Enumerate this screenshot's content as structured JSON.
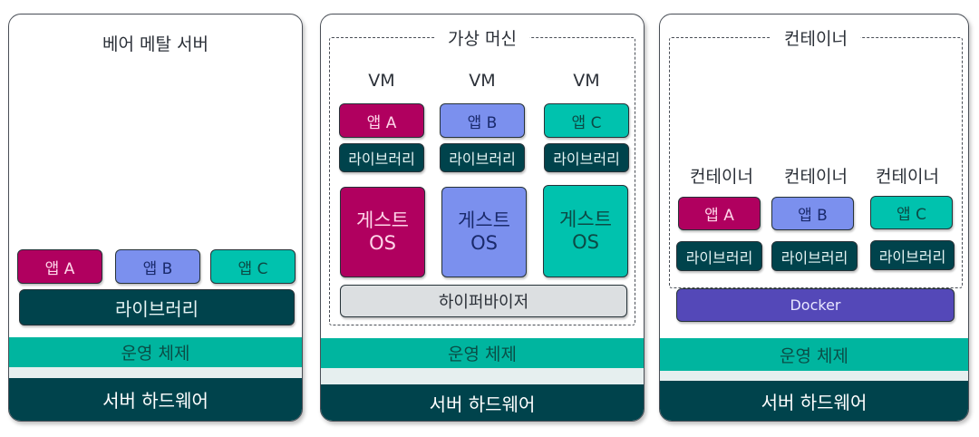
{
  "colors": {
    "app_a": "#b0005f",
    "app_b": "#7b90ee",
    "app_c": "#00c2ae",
    "library": "#00434c",
    "operating_system": "#00b59f",
    "server_hardware": "#00434c",
    "hypervisor": "#dcdfe1",
    "docker": "#5448b8"
  },
  "bare_metal": {
    "title": "베어 메탈 서버",
    "apps": [
      "앱 A",
      "앱 B",
      "앱 C"
    ],
    "library": "라이브러리",
    "os": "운영 체제",
    "hardware": "서버 하드웨어"
  },
  "virtual_machine": {
    "group_title": "가상 머신",
    "vms": [
      {
        "label": "VM",
        "app": "앱 A",
        "library": "라이브러리",
        "guest_os_line1": "게스트",
        "guest_os_line2": "OS"
      },
      {
        "label": "VM",
        "app": "앱 B",
        "library": "라이브러리",
        "guest_os_line1": "게스트",
        "guest_os_line2": "OS"
      },
      {
        "label": "VM",
        "app": "앱 C",
        "library": "라이브러리",
        "guest_os_line1": "게스트",
        "guest_os_line2": "OS"
      }
    ],
    "hypervisor": "하이퍼바이저",
    "os": "운영 체제",
    "hardware": "서버 하드웨어"
  },
  "containers": {
    "group_title": "컨테이너",
    "items": [
      {
        "label": "컨테이너",
        "app": "앱 A",
        "library": "라이브러리"
      },
      {
        "label": "컨테이너",
        "app": "앱 B",
        "library": "라이브러리"
      },
      {
        "label": "컨테이너",
        "app": "앱 C",
        "library": "라이브러리"
      }
    ],
    "runtime": "Docker",
    "os": "운영 체제",
    "hardware": "서버 하드웨어"
  }
}
